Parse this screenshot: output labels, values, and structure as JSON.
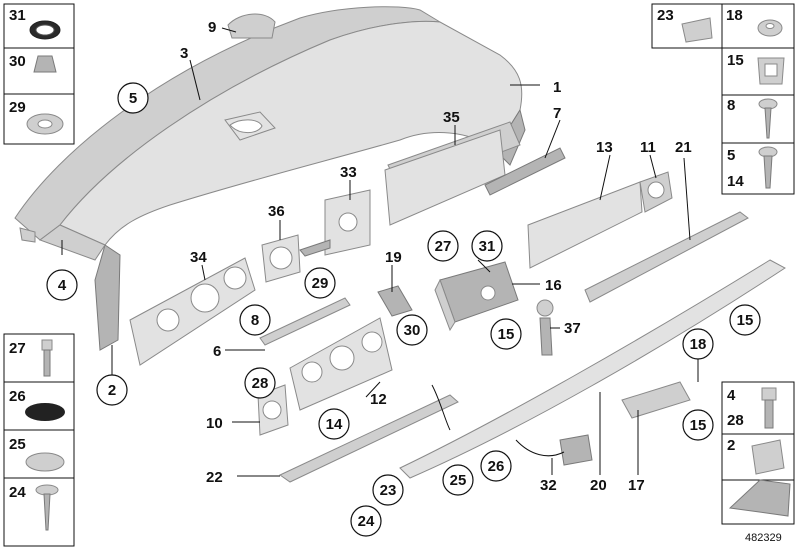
{
  "diagram_id": "482329",
  "callouts": {
    "c1": "1",
    "c2": "2",
    "c3": "3",
    "c4": "4",
    "c5": "5",
    "c6": "6",
    "c7": "7",
    "c8": "8",
    "c9": "9",
    "c10": "10",
    "c11": "11",
    "c12": "12",
    "c13": "13",
    "c14": "14",
    "c15a": "15",
    "c15b": "15",
    "c15c": "15",
    "c16": "16",
    "c17": "17",
    "c18": "18",
    "c19": "19",
    "c20": "20",
    "c21": "21",
    "c22": "22",
    "c23": "23",
    "c24": "24",
    "c25": "25",
    "c26": "26",
    "c27": "27",
    "c28": "28",
    "c29": "29",
    "c30": "30",
    "c31": "31",
    "c32": "32",
    "c33": "33",
    "c34": "34",
    "c35": "35",
    "c36": "36",
    "c37": "37"
  },
  "left_legend": [
    "31",
    "30",
    "29"
  ],
  "left_legend_bottom": [
    "27",
    "26",
    "25",
    "24"
  ],
  "right_legend_top": [
    "23",
    "18"
  ],
  "right_legend": [
    "15",
    "8",
    "5",
    "14"
  ],
  "right_legend_bottom": [
    "4",
    "28",
    "2"
  ]
}
